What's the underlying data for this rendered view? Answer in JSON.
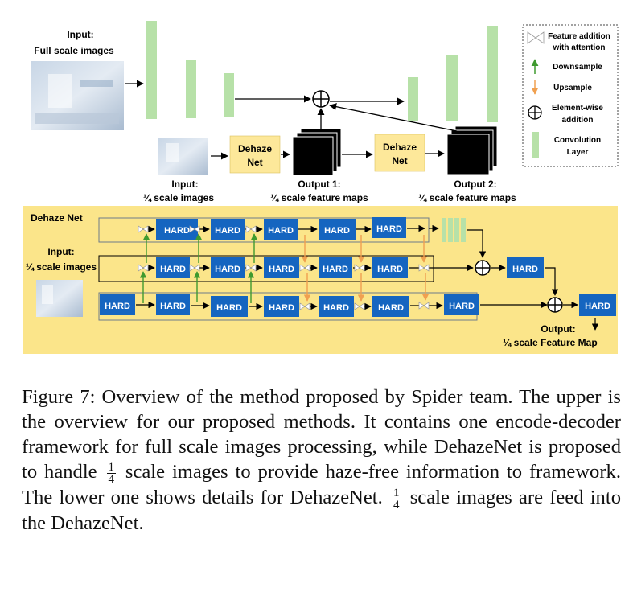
{
  "top": {
    "input_full_label": "Input:",
    "input_full_sub": "Full scale images",
    "dehaze_net_1_line1": "Dehaze",
    "dehaze_net_1_line2": "Net",
    "dehaze_net_2_line1": "Dehaze",
    "dehaze_net_2_line2": "Net",
    "input_quarter_label": "Input:",
    "input_quarter_sub": "¼ scale images",
    "output1_label": "Output 1:",
    "output1_sub": "¼ scale feature maps",
    "output2_label": "Output 2:",
    "output2_sub": "¼ scale feature maps"
  },
  "legend": {
    "feature_addition_line1": "Feature addition",
    "feature_addition_line2": "with attention",
    "downsample": "Downsample",
    "upsample": "Upsample",
    "elementwise_line1": "Element-wise",
    "elementwise_line2": "addition",
    "conv_line1": "Convolution",
    "conv_line2": "Layer"
  },
  "bottom": {
    "title": "Dehaze Net",
    "input_label": "Input:",
    "input_sub": "¼ scale images",
    "block_label": "HARD",
    "output_label": "Output:",
    "output_sub": "¼ scale Feature Map"
  },
  "caption": {
    "part1": "Figure 7: Overview of the method proposed by Spider team. The upper is the overview for our proposed methods. It contains one encode-decoder framework for full scale images processing, while DehazeNet is proposed to handle",
    "part2": "scale images to provide haze-free information to framework. The lower one shows details for DehazeNet.",
    "part3": "scale images are feed into the DehazeNet.",
    "frac_num": "1",
    "frac_den": "4"
  },
  "colors": {
    "conv": "#b7e1a8",
    "dehaze_box": "#fde89a",
    "panel": "#fbe58a",
    "hard": "#1565c0",
    "green_arrow": "#3f9a2f",
    "orange_arrow": "#f0a050"
  }
}
